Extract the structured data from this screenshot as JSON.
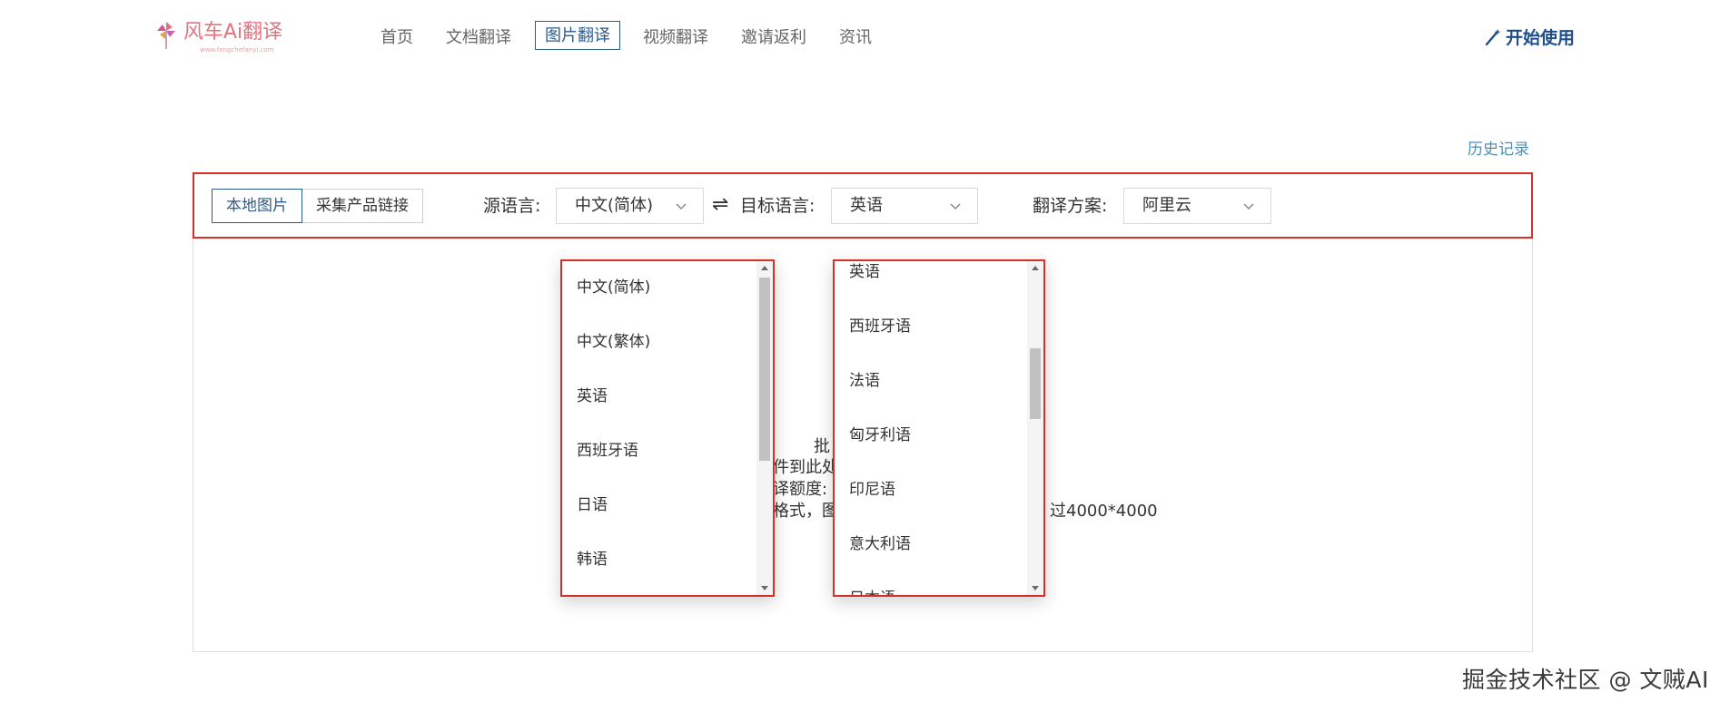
{
  "header": {
    "brand": "风车Ai翻译",
    "brand_sub": "www.fengchefanyi.com",
    "nav": [
      {
        "label": "首页",
        "active": false
      },
      {
        "label": "文档翻译",
        "active": false
      },
      {
        "label": "图片翻译",
        "active": true
      },
      {
        "label": "视频翻译",
        "active": false
      },
      {
        "label": "邀请返利",
        "active": false
      },
      {
        "label": "资讯",
        "active": false
      }
    ],
    "start_label": "开始使用"
  },
  "history_label": "历史记录",
  "toolbar": {
    "tabs": [
      {
        "label": "本地图片",
        "active": true
      },
      {
        "label": "采集产品链接",
        "active": false
      }
    ],
    "source_label": "源语言:",
    "source_value": "中文(简体)",
    "swap_symbol": "⇌",
    "target_label": "目标语言:",
    "target_value": "英语",
    "plan_label": "翻译方案:",
    "plan_value": "阿里云"
  },
  "upload": {
    "line1": "批",
    "line2": "件到此处",
    "line3": "译额度:",
    "line4": "格式，图",
    "line4_tail": "过4000*4000"
  },
  "source_dropdown": {
    "items": [
      "中文(简体)",
      "中文(繁体)",
      "英语",
      "西班牙语",
      "日语",
      "韩语"
    ]
  },
  "target_dropdown": {
    "items": [
      "英语",
      "西班牙语",
      "法语",
      "匈牙利语",
      "印尼语",
      "意大利语",
      "日本语"
    ]
  },
  "watermark": "掘金技术社区 @ 文贼AI",
  "colors": {
    "accent": "#2b5a8c",
    "highlight_border": "#d93025",
    "link": "#4f8fb5",
    "brand": "#e2737f"
  }
}
